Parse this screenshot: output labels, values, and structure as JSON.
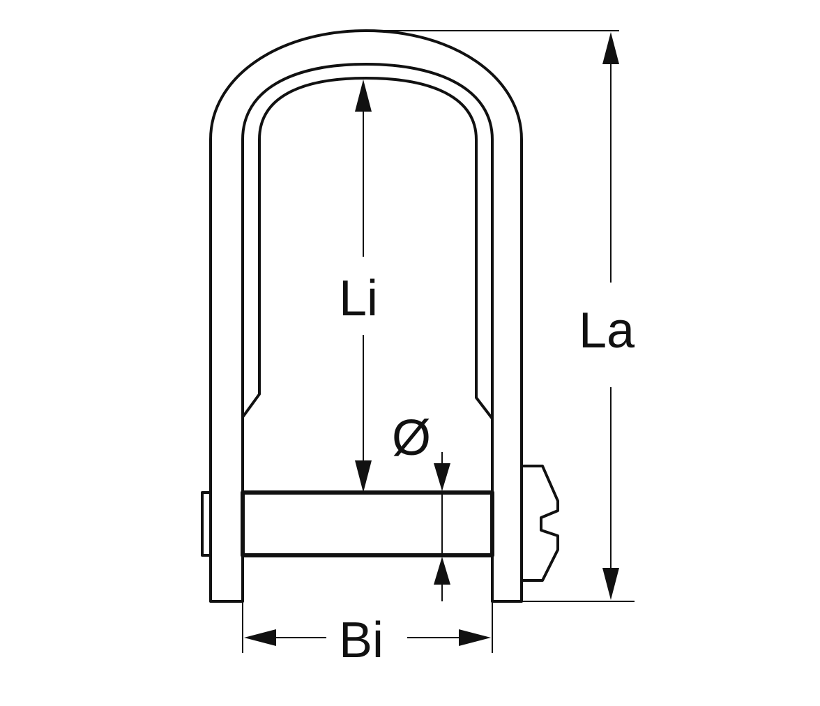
{
  "diagram": {
    "labels": {
      "inner_length": "Li",
      "outer_length": "La",
      "inner_width": "Bi",
      "diameter": "Ø"
    },
    "colors": {
      "line": "#111111",
      "background": "#ffffff"
    }
  }
}
